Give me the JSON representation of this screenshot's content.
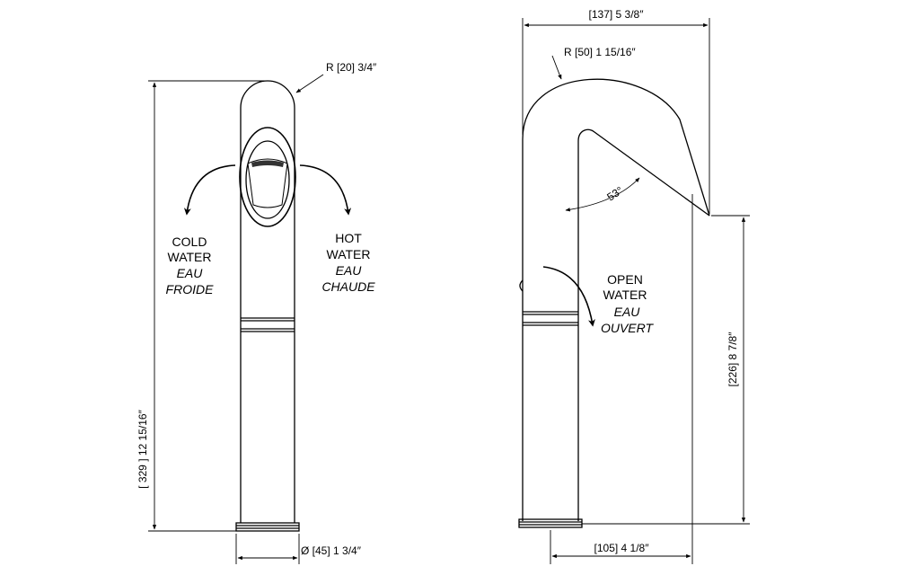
{
  "front_view": {
    "radius_dim": "R [20]  3/4″",
    "height_dim": "[ 329 ]  12  15/16″",
    "diameter_dim": "Ø [45]  1  3/4″",
    "cold": {
      "line1": "COLD",
      "line2": "WATER",
      "line3": "EAU",
      "line4": "FROIDE"
    },
    "hot": {
      "line1": "HOT",
      "line2": "WATER",
      "line3": "EAU",
      "line4": "CHAUDE"
    }
  },
  "side_view": {
    "width_dim": "[137]  5  3/8″",
    "radius_dim": "R [50]  1  15/16″",
    "angle_dim": "53°",
    "spout_height_dim": "[226]  8  7/8″",
    "reach_dim": "[105]  4  1/8″",
    "open": {
      "line1": "OPEN",
      "line2": "WATER",
      "line3": "EAU",
      "line4": "OUVERT"
    }
  }
}
